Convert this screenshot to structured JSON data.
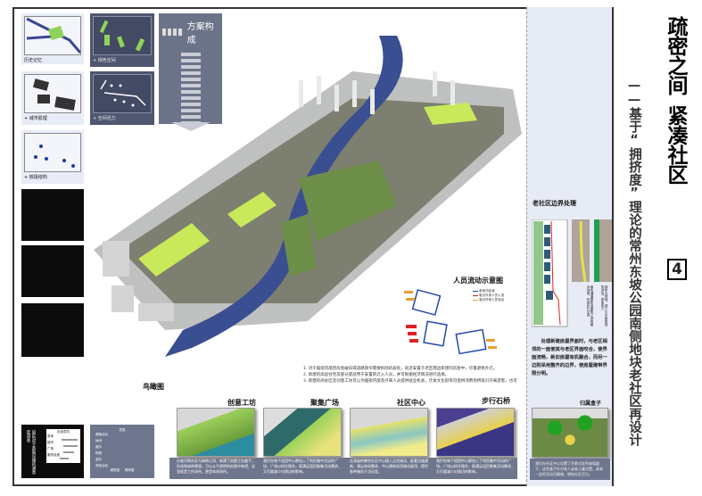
{
  "left_panel": {
    "thumbnails": [
      {
        "caption": "历史记忆"
      },
      {
        "caption": "+ 绿色空间"
      },
      {
        "caption": "+ 城市肌理"
      },
      {
        "caption": "+ 空间活力"
      },
      {
        "caption": "+ 核极结构"
      }
    ],
    "scheme_title": "方案构成",
    "survey_text": "居民对于基础设施的满意度调查",
    "chart1_title": "出街意向",
    "chart1_rows": [
      "菜场",
      "超市",
      "广场",
      "服务设施"
    ],
    "chart2_title": "意愿",
    "chart2_rows": [
      "健康活动",
      "休闲",
      "娱乐",
      "购物",
      "游玩",
      "其他活动"
    ],
    "chart2_axis": [
      "满意度",
      "需求度"
    ]
  },
  "main": {
    "aerial_label": "鸟瞰图",
    "flow_title": "人员流动示意图",
    "flow_legend": [
      "老街坊区域",
      "吸引外来人员入流",
      "吸引外来人员流出"
    ],
    "notes": [
      "1. 对于临街内部因房屋破旧或道路狭窄需要拆除的居民，就近安置于老区两边新建的房屋中，尽量避免外迁。",
      "2. 新建的高层住宅及部分底层用于安置新迁入人员，并可根据经济情况进行选择。",
      "3. 新建的商办区及创意工坊可以为临街内部及外来人员提供就业机会，饮食文化街等可提供消费场所吸引外来游客，也可提供岗位。"
    ],
    "nodes": [
      {
        "title": "创意工坊",
        "desc": "在临河商办区与绿带之间，新建了创意工坊盒子，形成和绿带景观，可以从不透明的创意中参透，这里既是工作场所，更是休闲场所。"
      },
      {
        "title": "聚集广场",
        "desc": "我们在每个组团中心都加入了利民集中活动的广场，广场以树木围合，既满足居民聚集活动需求，又尽量减少对周边的影响。"
      },
      {
        "title": "社区中心",
        "desc": "在清溪的哪些社区中心植入点式绿化，配套设施建筑，满足休闲需求，中心建筑采用绿化屋顶，提供各种服务于活动室。"
      },
      {
        "title": "步行石桥",
        "desc": "我们在每个组团中心都加入了利民集中活动的广场，广场以树木围合，既满足居民聚集活动需求，又尽量减少对周边的影响。"
      }
    ]
  },
  "right_panel": {
    "boundary_title": "老社区边界处理",
    "diagram_captions": [
      "黄色通道是新旧建筑之间的缓冲地带，形成步行空间",
      "绿色为绿地，减少与外面的视觉冲突，更加宜人"
    ],
    "boundary_text": "处理新建房屋界面时，与老区相邻的一面使其与老区界面咬合，使界面流畅，新旧房屋有机融合，而另一边则采用整齐的边界，使房屋建带界限分明。",
    "box_title": "归属盒子",
    "box_desc": "我们在社区中心设置了开敞式彩色玻璃盒子，这些盒子针对老人或者儿童设置，具有一定的活动归属感，增加社区活力。"
  },
  "title": {
    "main_line1": "疏密之间",
    "main_line2": "紧凑社区",
    "subtitle": "——基于“拥挤度”理论的常州东坡公园南侧地块老社区再设计",
    "sheet_number": "4"
  },
  "colors": {
    "river": "#3a4f91",
    "panel": "#e7ebf5",
    "desc_band": "#6e768d",
    "green": "#8fd35a"
  }
}
